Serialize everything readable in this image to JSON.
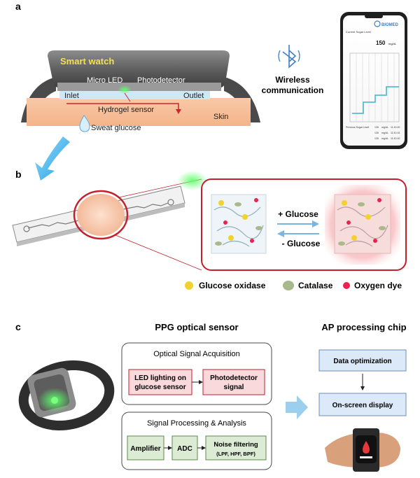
{
  "panels": {
    "a": {
      "letter": "a",
      "watch_title": "Smart watch",
      "micro_led": "Micro LED",
      "photodetector": "Photodetector",
      "inlet": "Inlet",
      "outlet": "Outlet",
      "hydrogel_sensor": "Hydrogel sensor",
      "skin": "Skin",
      "sweat_glucose": "Sweat glucose",
      "wireless_line1": "Wireless",
      "wireless_line2": "communication",
      "phone": {
        "brand": "BIOMED",
        "current_label": "Current Sugar Level",
        "value": "150",
        "unit": "mg/dL",
        "prev_label": "Previous Sugar Level",
        "log": [
          {
            "val": "130",
            "unit": "mg/dL",
            "time": "11:10:20"
          },
          {
            "val": "130",
            "unit": "mg/dL",
            "time": "11:10:15"
          },
          {
            "val": "130",
            "unit": "mg/dL",
            "time": "11:10:10"
          }
        ]
      }
    },
    "b": {
      "letter": "b",
      "plus_glucose": "+ Glucose",
      "minus_glucose": "- Glucose",
      "legend": [
        {
          "label": "Glucose oxidase",
          "color": "#f2d22e"
        },
        {
          "label": "Catalase",
          "color": "#a9b98c"
        },
        {
          "label": "Oxygen dye",
          "color": "#e8234f"
        }
      ]
    },
    "c": {
      "letter": "c",
      "ppg_title": "PPG optical sensor",
      "ap_title": "AP processing chip",
      "acq_title": "Optical Signal Acquisition",
      "acq_box1_line1": "LED lighting on",
      "acq_box1_line2": "glucose sensor",
      "acq_box2_line1": "Photodetector",
      "acq_box2_line2": "signal",
      "proc_title": "Signal Processing & Analysis",
      "amplifier": "Amplifier",
      "adc": "ADC",
      "noise_line1": "Noise filtering",
      "noise_line2": "(LPF, HPF, BPF)",
      "data_opt": "Data optimization",
      "on_screen": "On-screen display"
    }
  }
}
